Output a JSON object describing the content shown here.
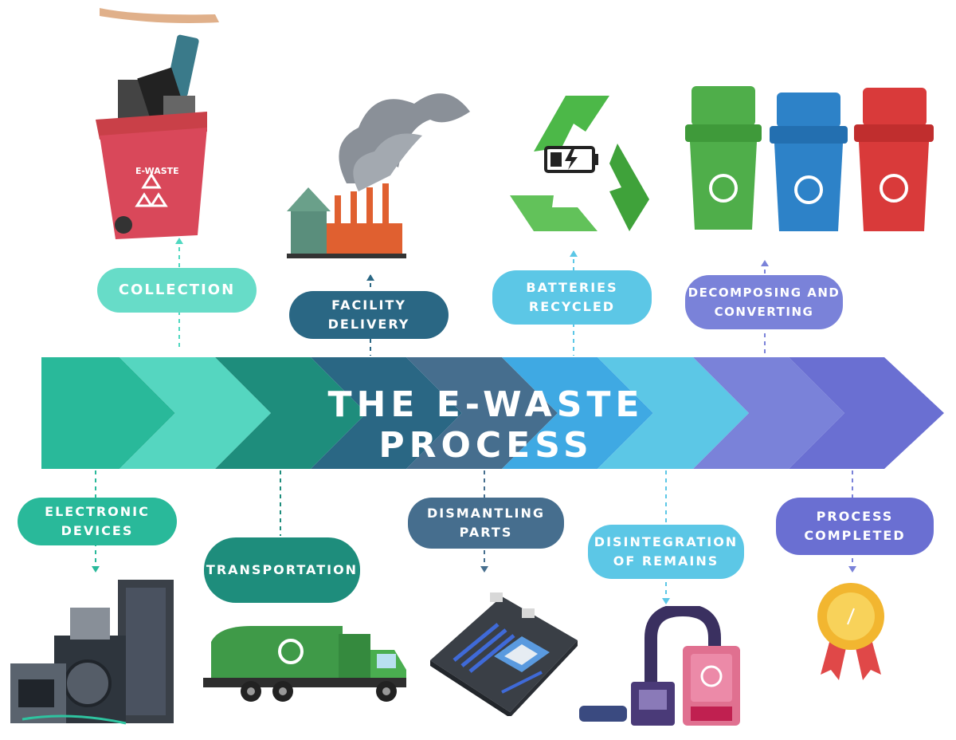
{
  "title": "THE E-WASTE PROCESS",
  "colors": {
    "stage1": "#2ec4a0",
    "stage2": "#4fd8c0",
    "stage3": "#1f8a7a",
    "stage4": "#2e6a80",
    "stage5": "#4a7090",
    "stage6": "#4aa8e0",
    "stage7": "#5ec8e8",
    "stage8": "#7a80d8",
    "stage9": "#6a6ad0"
  },
  "steps_top": [
    {
      "lines": [
        "COLLECTION"
      ],
      "icon": "ewaste-bin-icon"
    },
    {
      "lines": [
        "FACILITY",
        "DELIVERY"
      ],
      "icon": "factory-icon"
    },
    {
      "lines": [
        "BATTERIES",
        "RECYCLED"
      ],
      "icon": "recycle-battery-icon"
    },
    {
      "lines": [
        "DECOMPOSING AND",
        "CONVERTING"
      ],
      "icon": "sorting-bins-icon"
    }
  ],
  "steps_bottom": [
    {
      "lines": [
        "ELECTRONIC",
        "DEVICES"
      ],
      "icon": "appliances-icon"
    },
    {
      "lines": [
        "TRANSPORTATION"
      ],
      "icon": "garbage-truck-icon"
    },
    {
      "lines": [
        "DISMANTLING",
        "PARTS"
      ],
      "icon": "motherboard-icon"
    },
    {
      "lines": [
        "DISINTEGRATION",
        "OF REMAINS"
      ],
      "icon": "recycling-machine-icon"
    },
    {
      "lines": [
        "PROCESS",
        "COMPLETED"
      ],
      "icon": "medal-icon"
    }
  ],
  "bin_label": "E-WASTE"
}
